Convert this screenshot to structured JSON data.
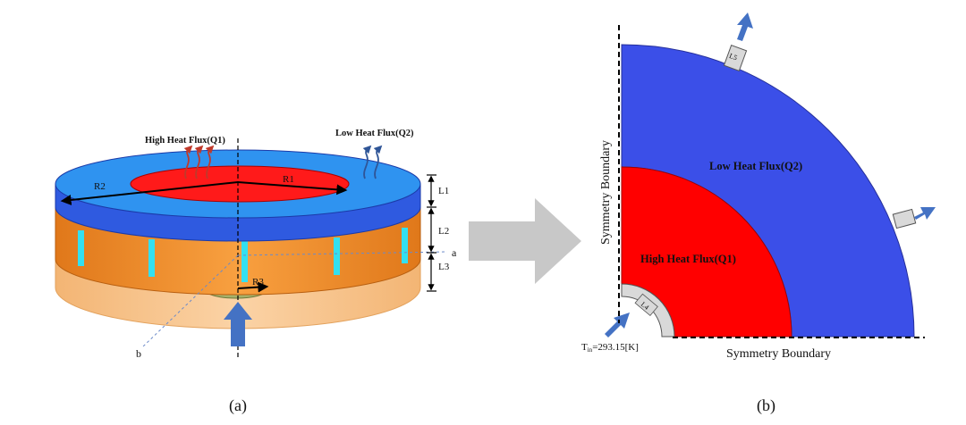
{
  "panel_a": {
    "caption": "(a)",
    "high_heat_flux": "High Heat Flux(Q1)",
    "low_heat_flux": "Low Heat Flux(Q2)",
    "r1": "R1",
    "r2": "R2",
    "r3": "R3",
    "l1": "L1",
    "l2": "L2",
    "l3": "L3",
    "point_a": "a",
    "point_b": "b"
  },
  "panel_b": {
    "caption": "(b)",
    "high_heat_flux": "High Heat Flux(Q1)",
    "low_heat_flux": "Low Heat Flux(Q2)",
    "symmetry_left": "Symmetry Boundary",
    "symmetry_bottom": "Symmetry Boundary",
    "inlet_temp": "T",
    "inlet_temp_sub": "in",
    "inlet_temp_value": "=293.15[K]",
    "l4": "L4",
    "l5": "L5"
  },
  "colors": {
    "blue_region": "#3b4fe8",
    "red_region": "#ff0000",
    "orange_ring": "#f08a1e",
    "light_orange": "#f7c48e",
    "cyan_channel": "#33e0f0",
    "arrow_blue": "#4472c4",
    "transition_arrow": "#bfbfbf"
  }
}
